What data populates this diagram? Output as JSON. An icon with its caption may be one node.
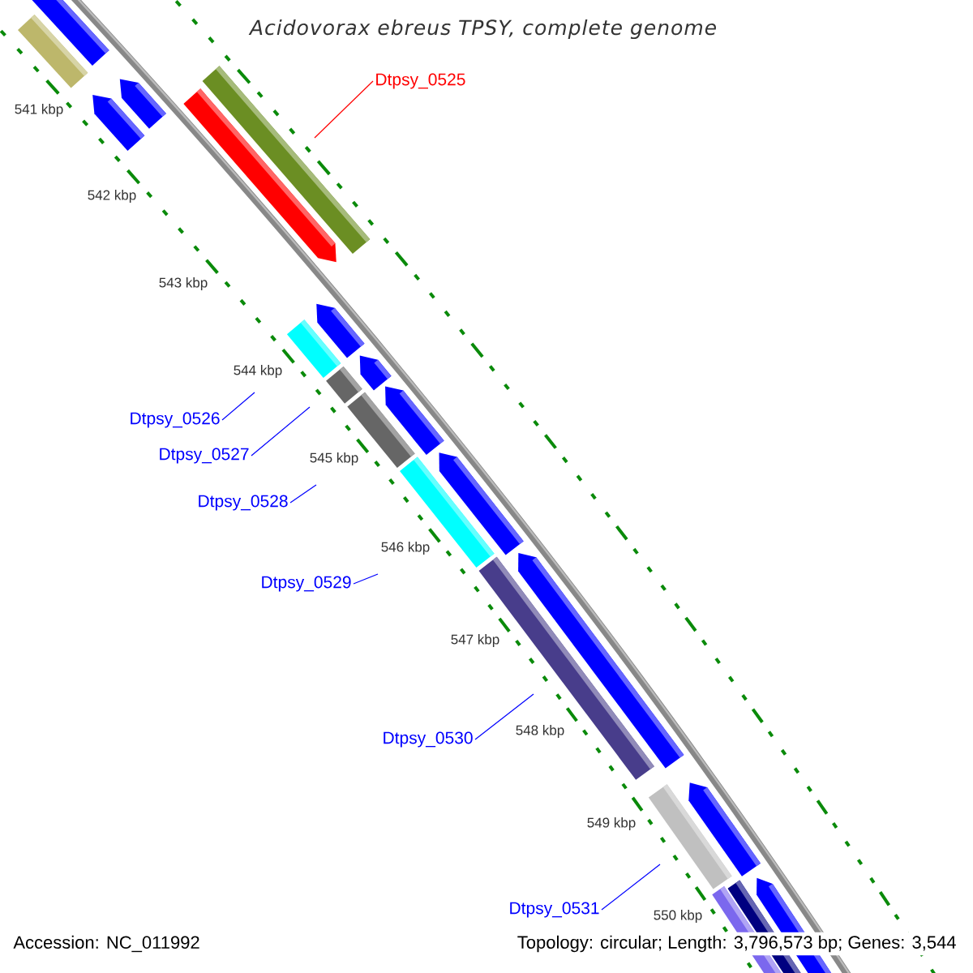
{
  "diagram": {
    "title": "Acidovorax ebreus TPSY, complete genome",
    "nodes": [
      {
        "text": [
          "Dtpsy_0525"
        ]
      },
      {
        "text": [
          "Dtpsy_0526"
        ]
      },
      {
        "text": [
          "Dtpsy_0527"
        ]
      },
      {
        "text": [
          "Dtpsy_0528"
        ]
      },
      {
        "text": [
          "Dtpsy_0529"
        ]
      },
      {
        "text": [
          "Dtpsy_0530"
        ]
      },
      {
        "text": [
          "Dtpsy_0531"
        ]
      }
    ],
    "edges": [
      {
        "from": 0,
        "to": null,
        "arrow": "none",
        "color": "#ff0000"
      },
      {
        "from": 1,
        "to": null,
        "arrow": "none"
      },
      {
        "from": 2,
        "to": null,
        "arrow": "none"
      },
      {
        "from": 3,
        "to": null,
        "arrow": "none"
      },
      {
        "from": 4,
        "to": null,
        "arrow": "none"
      },
      {
        "from": 5,
        "to": null,
        "arrow": "none"
      },
      {
        "from": 6,
        "to": null,
        "arrow": "none"
      }
    ],
    "labels": [
      "541 kbp",
      "542 kbp",
      "543 kbp",
      "544 kbp",
      "545 kbp",
      "546 kbp",
      "547 kbp",
      "548 kbp",
      "549 kbp",
      "550 kbp",
      "Accession: NC_011992",
      "Topology: circular; Length: 3,796,573 bp; Genes: 3,544"
    ]
  }
}
